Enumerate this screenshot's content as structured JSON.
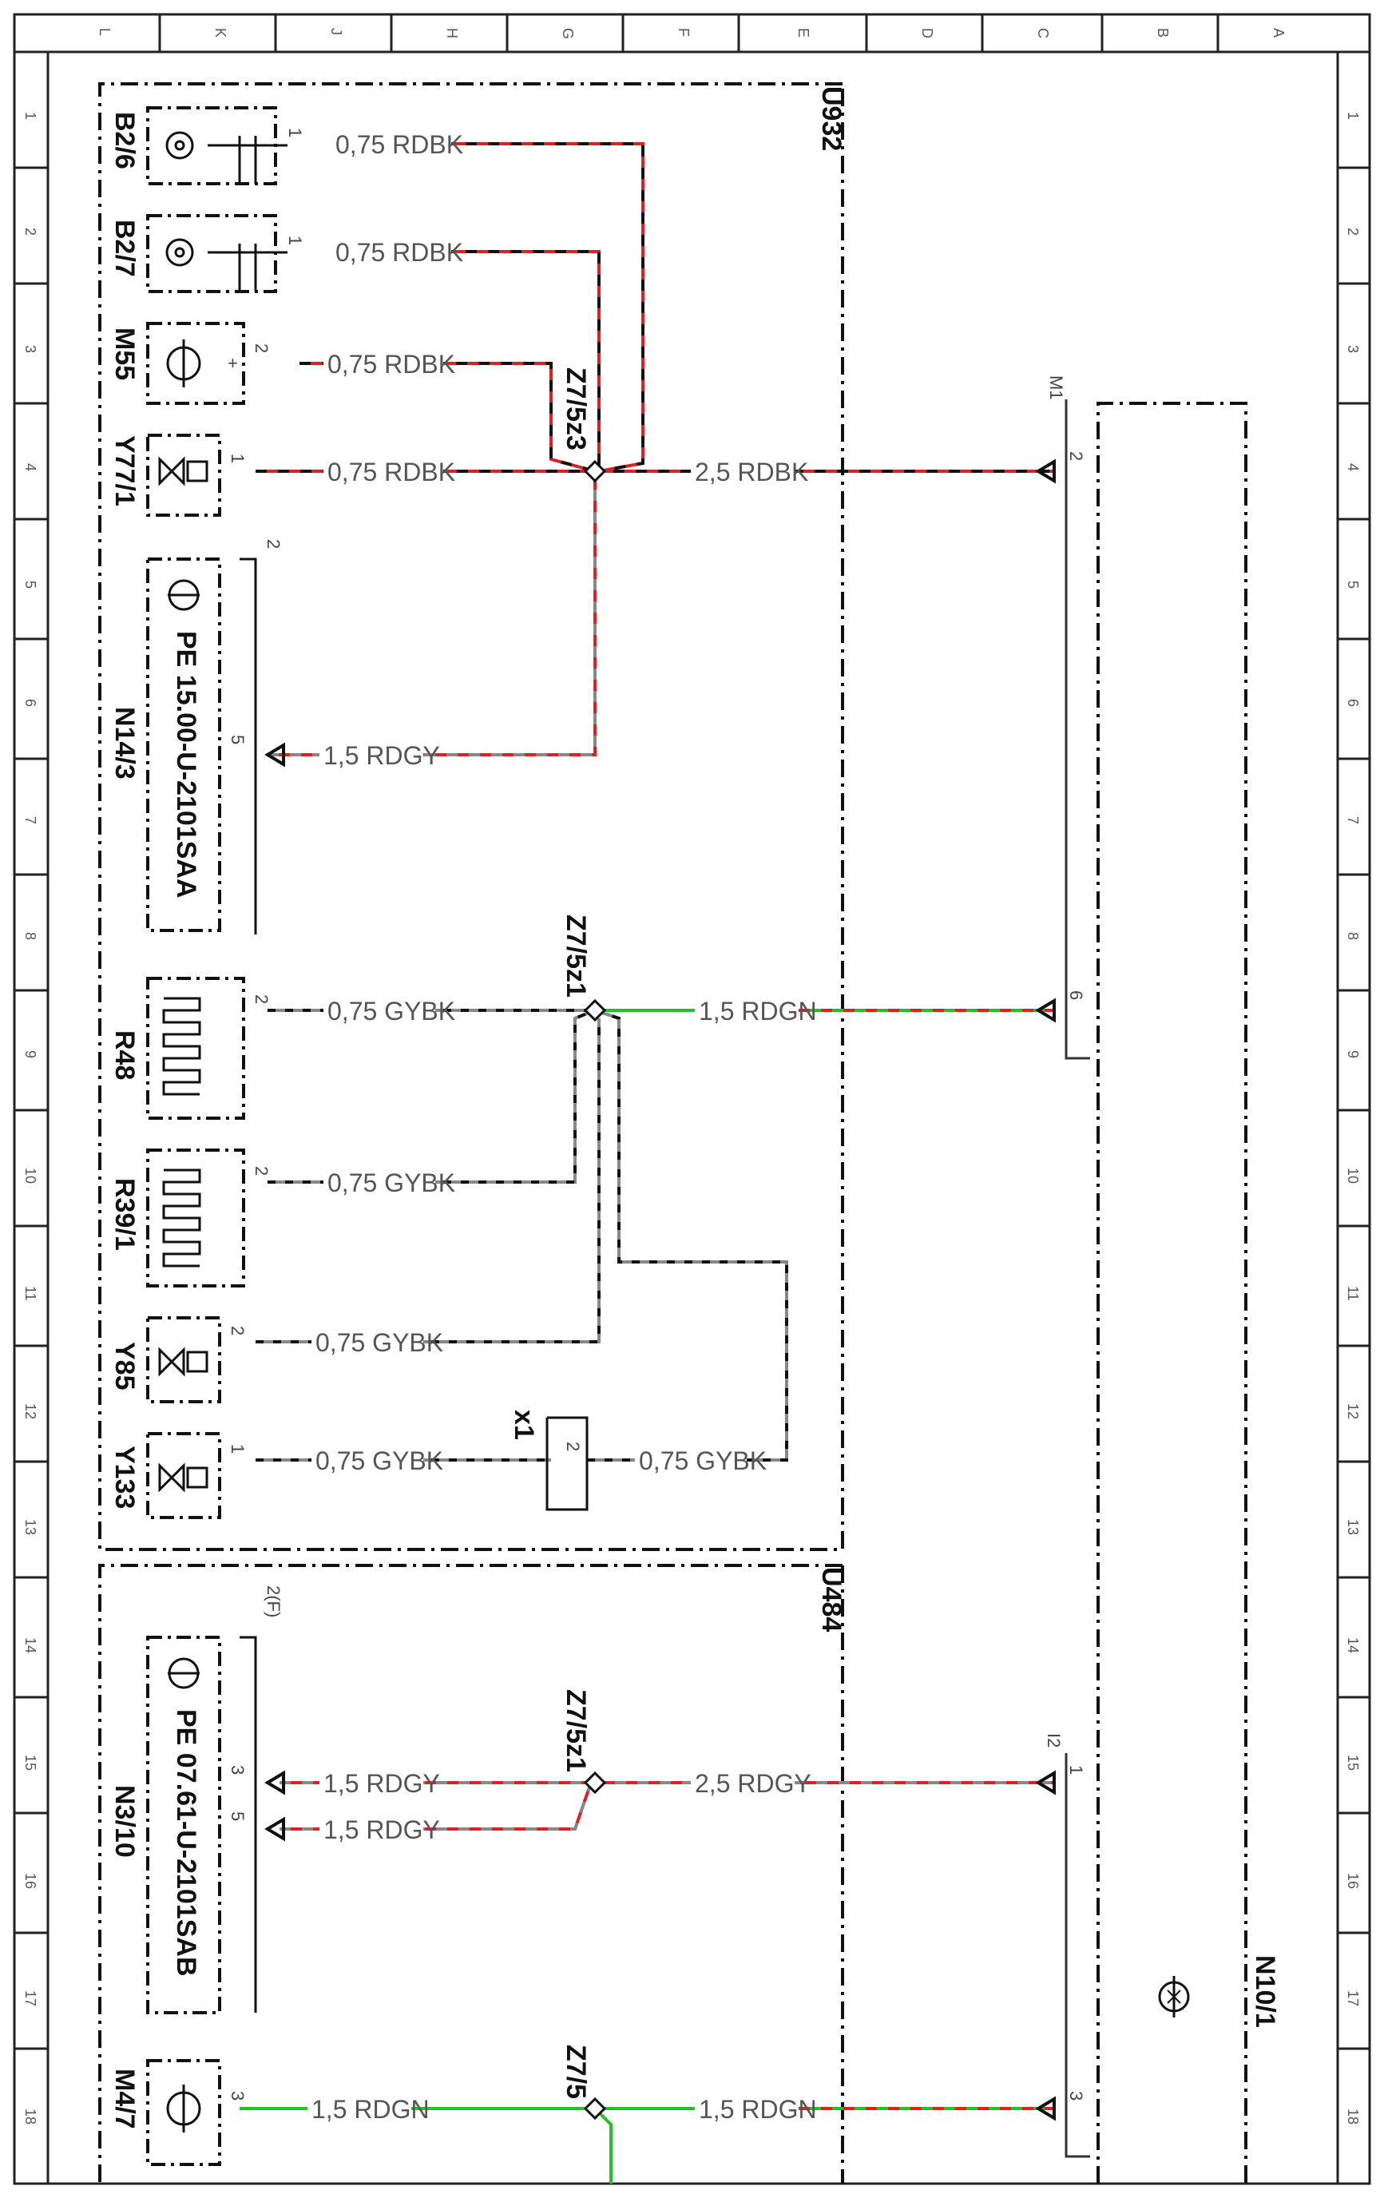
{
  "grid": {
    "columns": [
      "L",
      "K",
      "J",
      "H",
      "G",
      "F",
      "E",
      "D",
      "C",
      "B",
      "A"
    ],
    "rows": [
      "1",
      "2",
      "3",
      "4",
      "5",
      "6",
      "7",
      "8",
      "9",
      "10",
      "11",
      "12",
      "13",
      "14",
      "15",
      "16",
      "17",
      "18"
    ]
  },
  "modules": {
    "upper": "U932",
    "lower": "U484",
    "right_unit": "N10/1",
    "connector_m1": "M1",
    "connector_i2": "I2",
    "connector_x1": "x1"
  },
  "components": {
    "b2_6": "B2/6",
    "b2_7": "B2/7",
    "m55": "M55",
    "y77_1": "Y77/1",
    "n14_3": "N14/3",
    "n14_3_text": "PE 15.00-U-2101SAA",
    "r48": "R48",
    "r39_1": "R39/1",
    "y85": "Y85",
    "y133": "Y133",
    "n3_10": "N3/10",
    "n3_10_text": "PE 07.61-U-2101SAB",
    "m4_7": "M4/7"
  },
  "splices": {
    "z7_5z3": "Z7/5z3",
    "z7_5z1_a": "Z7/5z1",
    "z7_5z1_b": "Z7/5z1",
    "z7_5": "Z7/5"
  },
  "pins": {
    "b2_6": "1",
    "b2_7": "1",
    "m55": "2",
    "m55_sign": "+",
    "y77_1": "1",
    "n14_3_ground": "2",
    "n14_3": "5",
    "r48": "2",
    "r39_1": "2",
    "y85": "2",
    "y133": "1",
    "x1": "2",
    "n3_10_ground": "2(F)",
    "n3_10_a": "3",
    "n3_10_b": "5",
    "m4_7": "3",
    "m1_a": "2",
    "m1_b": "6",
    "i2_a": "1",
    "i2_b": "3"
  },
  "wires": {
    "b2_6": "0,75 RDBK",
    "b2_7": "0,75 RDBK",
    "m55": "0,75 RDBK",
    "y77_1": "0,75 RDBK",
    "main_rdbk": "2,5 RDBK",
    "n14_3": "1,5 RDGY",
    "r48": "0,75 GYBK",
    "main_rdgn": "1,5 RDGN",
    "r39_1": "0,75 GYBK",
    "y85": "0,75 GYBK",
    "y133": "0,75 GYBK",
    "x1_out": "0,75 GYBK",
    "n3_10_a": "1,5 RDGY",
    "n3_10_b": "1,5 RDGY",
    "main_rdgy": "2,5 RDGY",
    "m4_7": "1,5 RDGN",
    "main_rdgn_b": "1,5 RDGN"
  },
  "colors": {
    "red": "#e02020",
    "green": "#22c02a",
    "grey": "#888888",
    "black": "#111111"
  }
}
